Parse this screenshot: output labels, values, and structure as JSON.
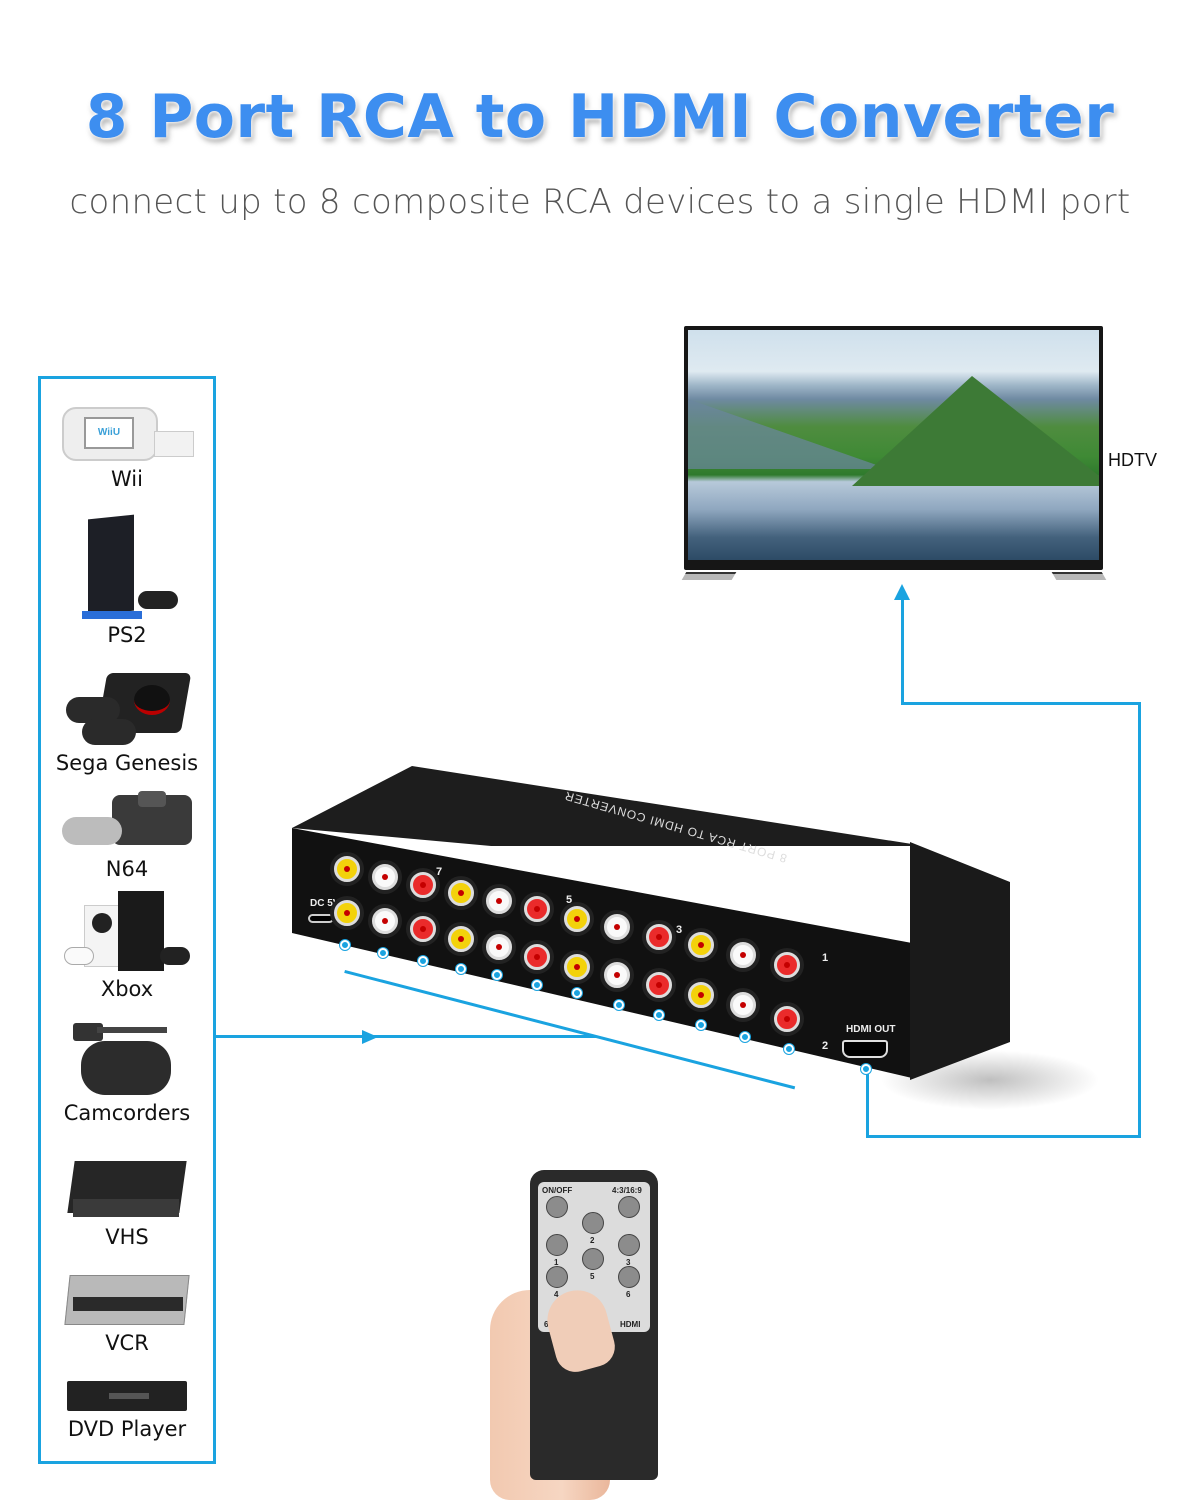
{
  "header": {
    "title": "8 Port RCA to HDMI Converter",
    "subtitle": "connect up to 8 composite RCA devices to a single HDMI port",
    "title_color": "#3d8ef0"
  },
  "devices_panel": {
    "border_color": "#1aa3e0",
    "items": [
      {
        "label": "Wii",
        "icon": "wii-u-console-icon"
      },
      {
        "label": "PS2",
        "icon": "ps2-console-icon"
      },
      {
        "label": "Sega Genesis",
        "icon": "sega-genesis-console-icon"
      },
      {
        "label": "N64",
        "icon": "n64-console-icon"
      },
      {
        "label": "Xbox",
        "icon": "xbox-console-icon"
      },
      {
        "label": "Camcorders",
        "icon": "camcorder-icon"
      },
      {
        "label": "VHS",
        "icon": "vhs-player-icon"
      },
      {
        "label": "VCR",
        "icon": "vcr-icon"
      },
      {
        "label": "DVD Player",
        "icon": "dvd-player-icon"
      }
    ]
  },
  "tv": {
    "label": "HDTV"
  },
  "converter": {
    "top_print": "8 PORT RCA TO HDMI CONVERTER",
    "power_label": "DC 5V",
    "output_label": "HDMI OUT",
    "port_numbers": [
      "7",
      "5",
      "3",
      "1",
      "2"
    ]
  },
  "remote": {
    "buttons": [
      {
        "label": "ON/OFF"
      },
      {
        "label": "4:3/16:9"
      },
      {
        "label": "2"
      },
      {
        "label": "1"
      },
      {
        "label": "3"
      },
      {
        "label": "5"
      },
      {
        "label": "4"
      },
      {
        "label": "6"
      }
    ],
    "bottom_left": "6",
    "bottom_right": "HDMI"
  },
  "connector_color": "#1aa3e0"
}
